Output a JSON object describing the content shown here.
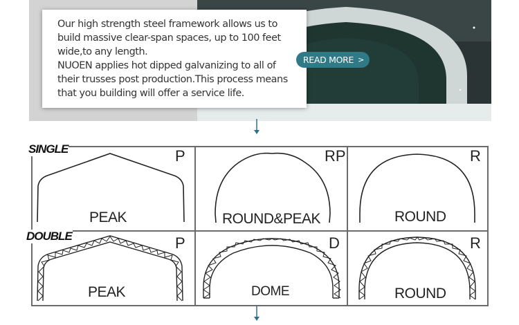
{
  "hero": {
    "paragraph1": "Our high strength steel framework allows us to build massive clear-span spaces, up to 100 feet wide,to any length.",
    "paragraph2": "NUOEN applies hot dipped galvanizing to all of their trusses post production.This process means that you building will offer a service life.",
    "read_more": "READ MORE",
    "read_more_icon": "chevron-right-icon"
  },
  "sections": {
    "single": "SINGLE",
    "double": "DOUBLE"
  },
  "single": [
    {
      "letter": "P",
      "label": "PEAK"
    },
    {
      "letter": "RP",
      "label": "ROUND&PEAK"
    },
    {
      "letter": "R",
      "label": "ROUND"
    }
  ],
  "double": [
    {
      "letter": "P",
      "label": "PEAK"
    },
    {
      "letter": "D",
      "label": "DOME"
    },
    {
      "letter": "R",
      "label": "ROUND"
    }
  ],
  "colors": {
    "button": "#2f7a86",
    "arrow": "#2f6f8a",
    "grid": "#6a6a6a"
  }
}
